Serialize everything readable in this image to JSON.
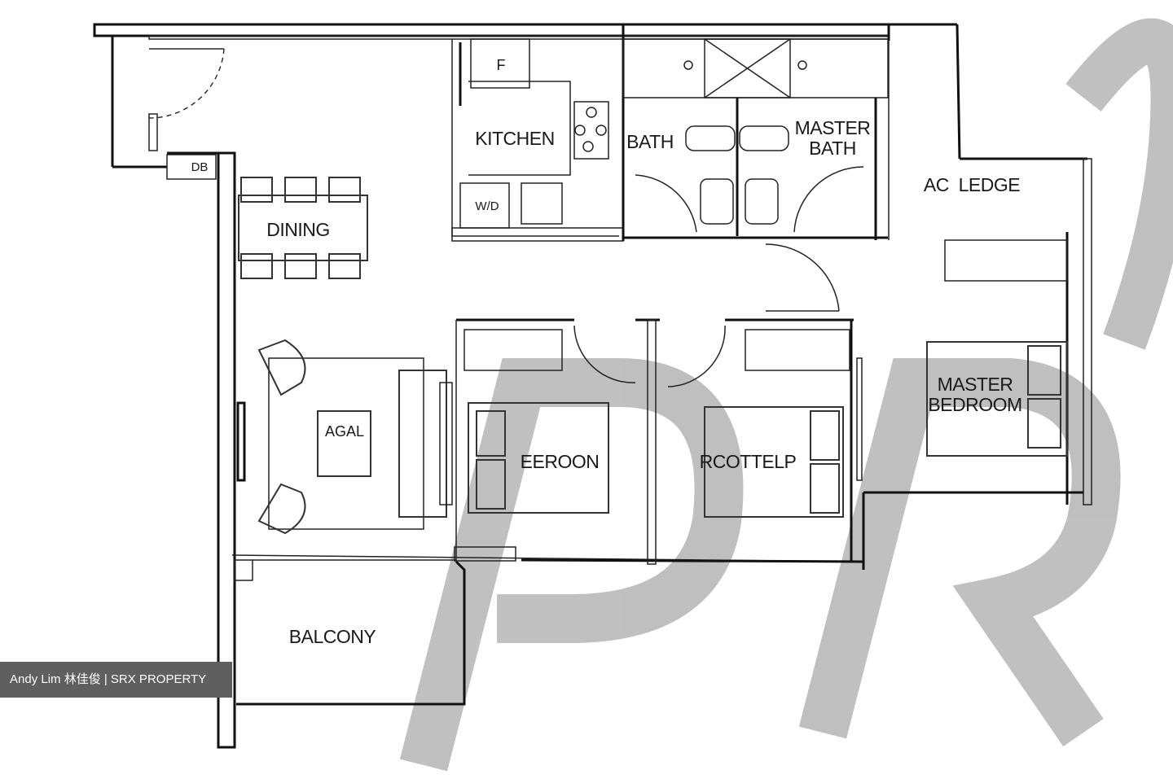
{
  "rooms": {
    "kitchen": "KITCHEN",
    "bath": "BATH",
    "master_bath_line1": "MASTER",
    "master_bath_line2": "BATH",
    "ac_ledge": "AC  LEDGE",
    "dining": "DINING",
    "bedroom_2": "EEROON",
    "bedroom_3": "RCOTTELP",
    "master_bedroom_line1": "MASTER",
    "master_bedroom_line2": "BEDROOM",
    "balcony": "BALCONY"
  },
  "fixtures": {
    "fridge": "F",
    "washer_dryer": "W/D",
    "db": "DB",
    "coffee_table": "AGAL"
  },
  "credit": "Andy Lim 林佳俊  | SRX PROPERTY",
  "colors": {
    "line": "#111111",
    "watermark": "#8c8c8c",
    "credit_bg": "#5f5f5f"
  }
}
